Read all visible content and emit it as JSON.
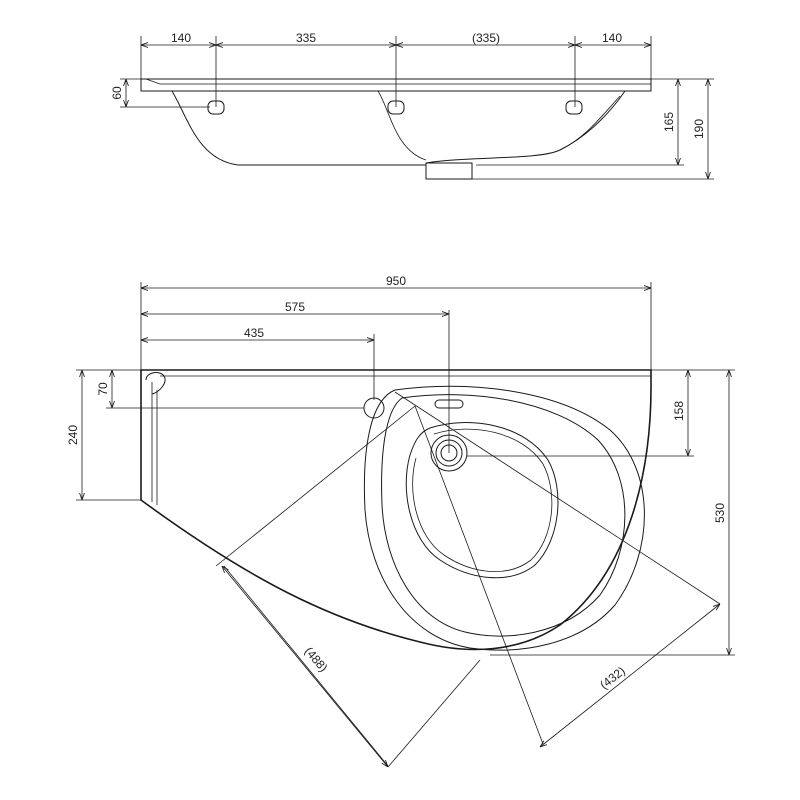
{
  "elevation_view": {
    "top_dims": [
      "140",
      "335",
      "(335)",
      "140"
    ],
    "left_dim": "60",
    "right_dims": [
      "165",
      "190"
    ]
  },
  "plan_view": {
    "top_dims": [
      "950",
      "575",
      "435"
    ],
    "left_dims": [
      "70",
      "240"
    ],
    "right_dims": [
      "158",
      "530"
    ],
    "diagonal_dims": [
      "(488)",
      "(432)"
    ]
  }
}
